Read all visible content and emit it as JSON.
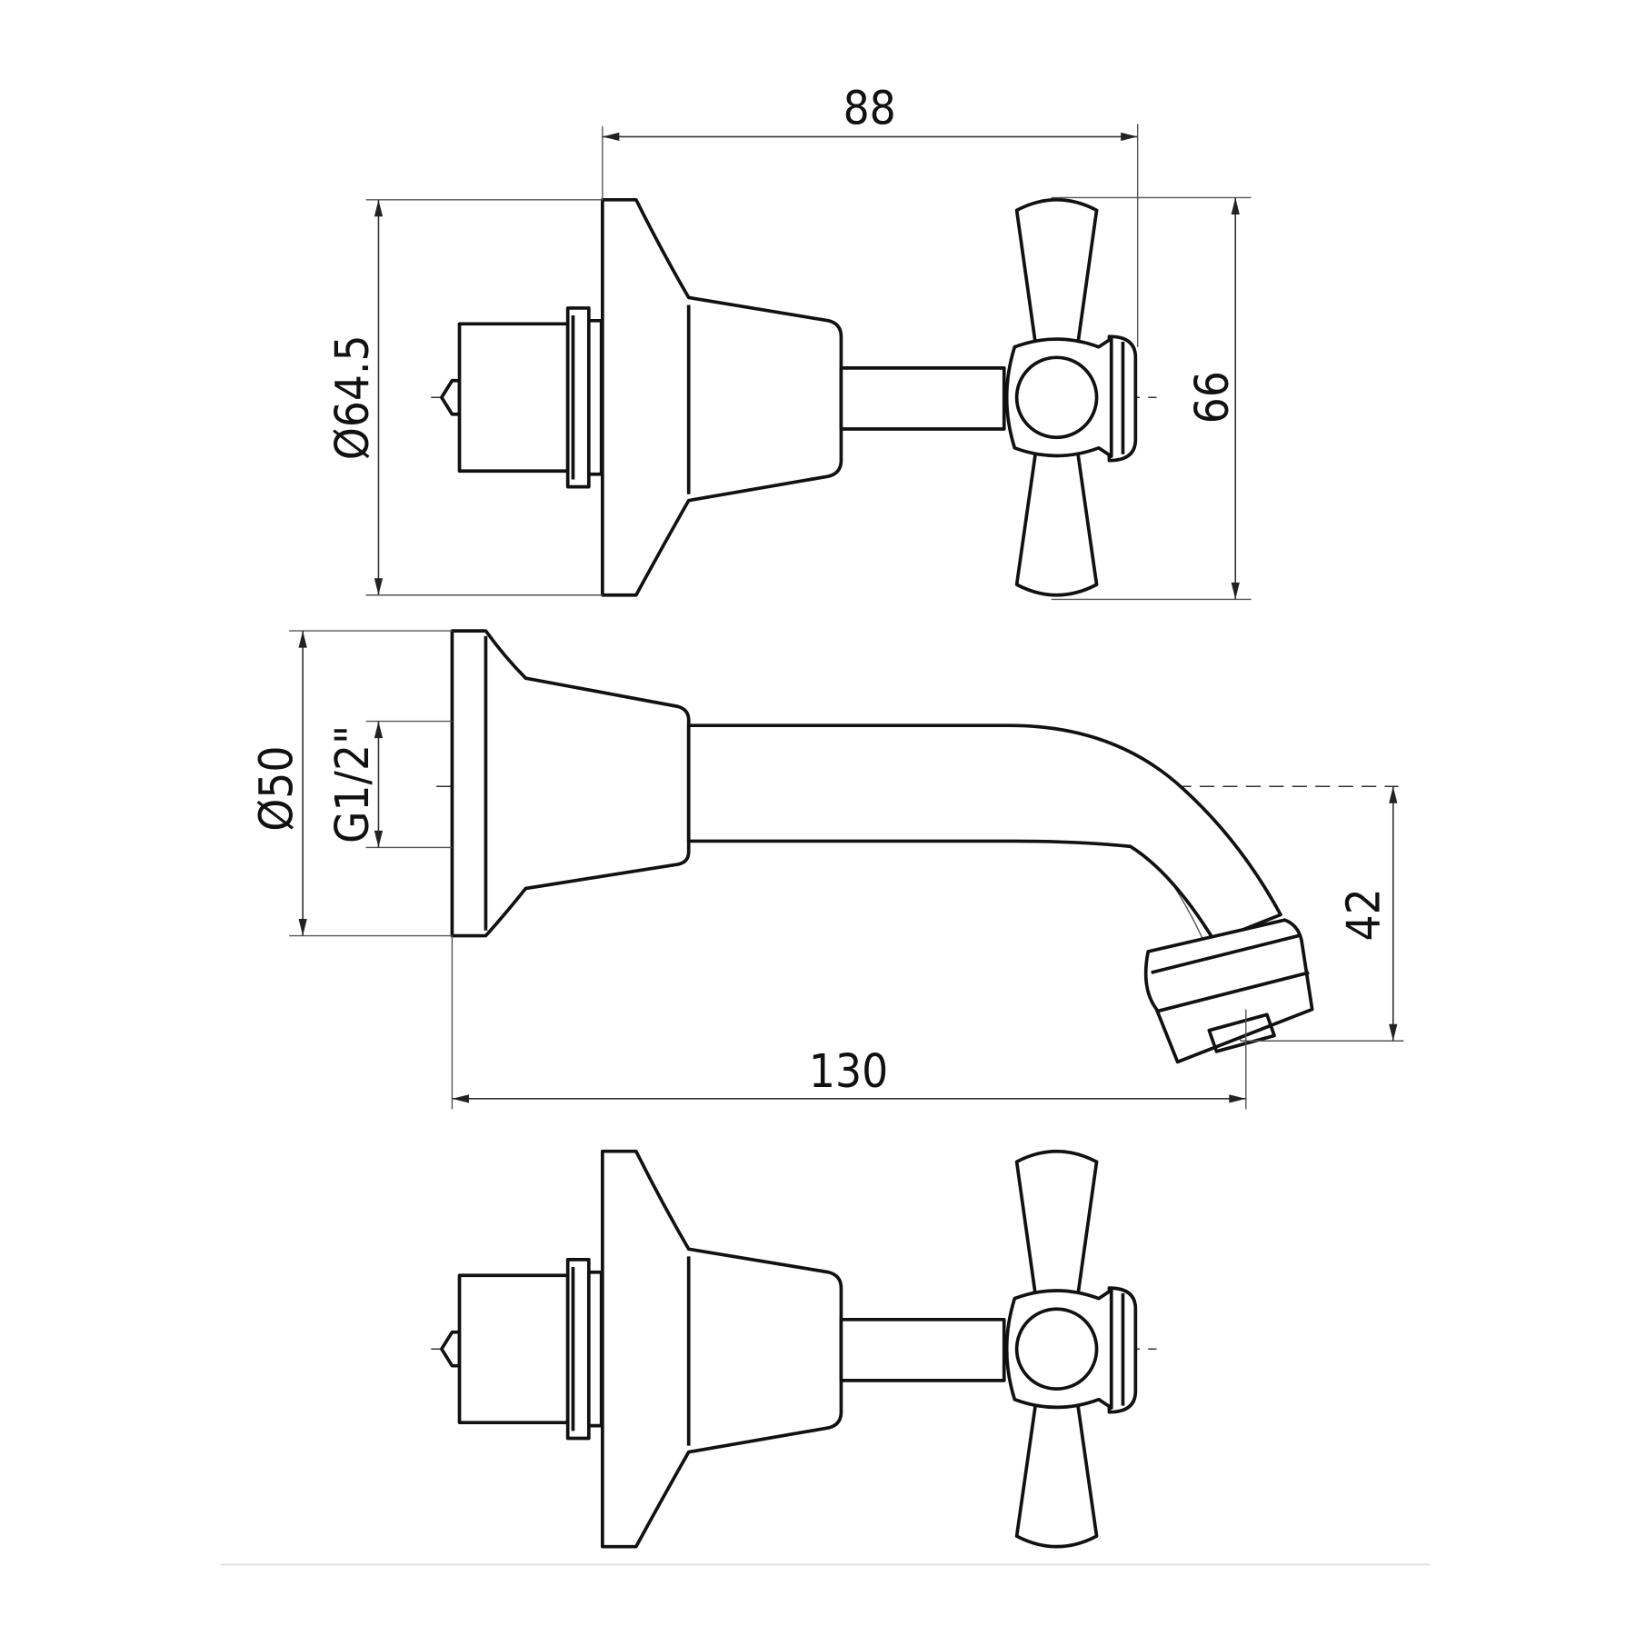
{
  "title": "Wall-mounted tap set technical drawing",
  "dimensions": {
    "handle_spacing": "88",
    "backplate_diameter_valve": "Ø64.5",
    "handle_height": "66",
    "backplate_diameter_spout": "Ø50",
    "thread": "G1/2\"",
    "spout_drop": "42",
    "spout_projection": "130"
  },
  "colors": {
    "line": "#111111",
    "background": "#ffffff"
  }
}
